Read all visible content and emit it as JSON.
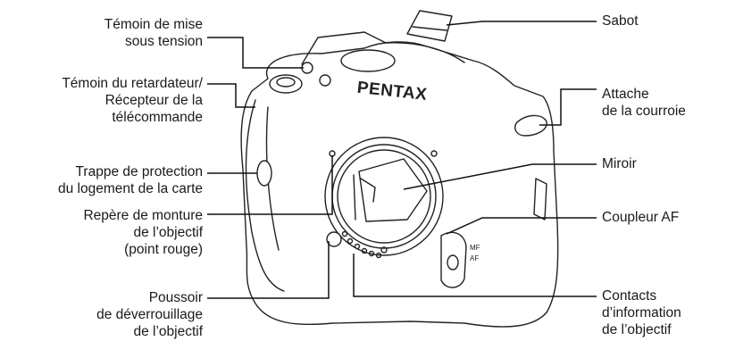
{
  "brand": "PENTAX",
  "switch_labels": {
    "mf": "MF",
    "af": "AF"
  },
  "labels": {
    "temoin_mise_sous_tension": "Témoin de mise\nsous tension",
    "temoin_retardateur": "Témoin du retardateur/\nRécepteur de la\ntélécommande",
    "trappe_protection": "Trappe de protection\ndu logement de la carte",
    "repere_monture": "Repère de monture\nde l’objectif\n(point rouge)",
    "poussoir_deverrouillage": "Poussoir\nde déverrouillage\nde l’objectif",
    "sabot": "Sabot",
    "attache_courroie": "Attache\nde la courroie",
    "miroir": "Miroir",
    "coupleur_af": "Coupleur AF",
    "contacts_information": "Contacts\nd’information\nde l’objectif"
  }
}
